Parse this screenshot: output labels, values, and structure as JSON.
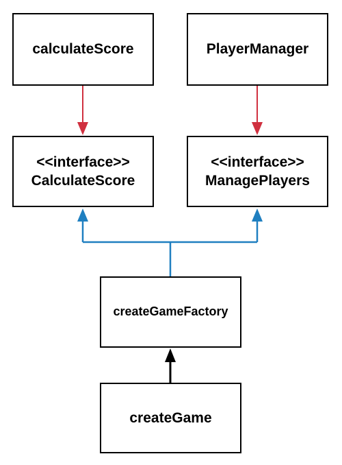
{
  "nodes": {
    "calculate_score": {
      "label": "calculateScore"
    },
    "player_manager": {
      "label": "PlayerManager"
    },
    "iface_calculate_score": {
      "stereotype": "<<interface>>",
      "label": "CalculateScore"
    },
    "iface_manage_players": {
      "stereotype": "<<interface>>",
      "label": "ManagePlayers"
    },
    "create_game_factory": {
      "label": "createGameFactory"
    },
    "create_game": {
      "label": "createGame"
    }
  },
  "edges": [
    {
      "from": "calculate_score",
      "to": "iface_calculate_score",
      "color": "#d0303f"
    },
    {
      "from": "player_manager",
      "to": "iface_manage_players",
      "color": "#d0303f"
    },
    {
      "from": "create_game_factory",
      "to": "iface_calculate_score",
      "color": "#1f7fc0"
    },
    {
      "from": "create_game_factory",
      "to": "iface_manage_players",
      "color": "#1f7fc0"
    },
    {
      "from": "create_game",
      "to": "create_game_factory",
      "color": "#000000"
    }
  ],
  "colors": {
    "dependency": "#d0303f",
    "realization": "#1f7fc0",
    "association": "#000000"
  }
}
